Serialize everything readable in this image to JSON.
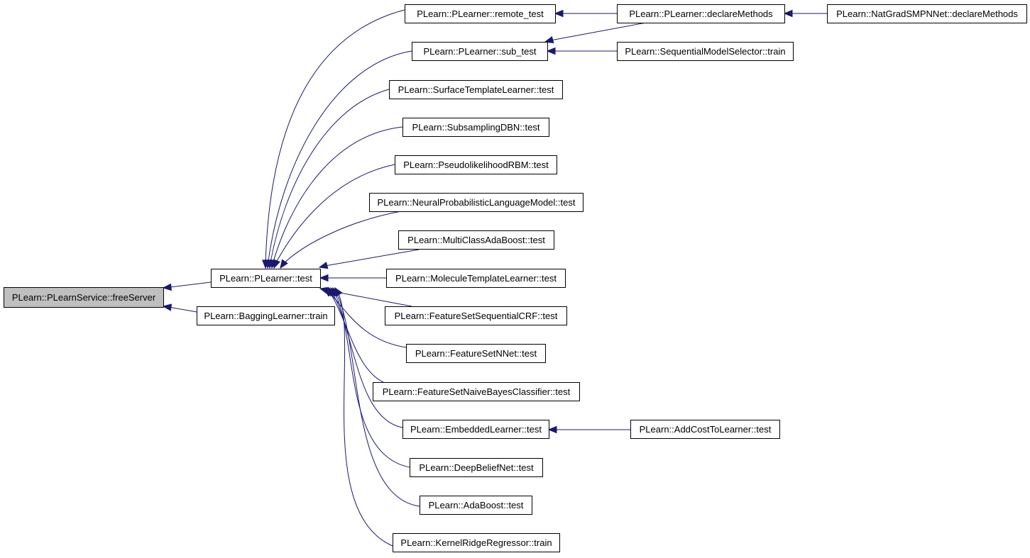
{
  "graph": {
    "colors": {
      "edge": "#191970",
      "focus_fill": "#bfbfbf",
      "node_fill": "#ffffff",
      "node_stroke": "#000000"
    },
    "nodes": [
      {
        "id": "freeServer",
        "label": "PLearn::PLearnService::freeServer",
        "focus": true
      },
      {
        "id": "plearner_test",
        "label": "PLearn::PLearner::test"
      },
      {
        "id": "bagging_train",
        "label": "PLearn::BaggingLearner::train"
      },
      {
        "id": "remote_test",
        "label": "PLearn::PLearner::remote_test"
      },
      {
        "id": "sub_test",
        "label": "PLearn::PLearner::sub_test"
      },
      {
        "id": "surface_test",
        "label": "PLearn::SurfaceTemplateLearner::test"
      },
      {
        "id": "subsampling_test",
        "label": "PLearn::SubsamplingDBN::test"
      },
      {
        "id": "pseudo_test",
        "label": "PLearn::PseudolikelihoodRBM::test"
      },
      {
        "id": "neural_test",
        "label": "PLearn::NeuralProbabilisticLanguageModel::test"
      },
      {
        "id": "multiclass_test",
        "label": "PLearn::MultiClassAdaBoost::test"
      },
      {
        "id": "molecule_test",
        "label": "PLearn::MoleculeTemplateLearner::test"
      },
      {
        "id": "fsscrf_test",
        "label": "PLearn::FeatureSetSequentialCRF::test"
      },
      {
        "id": "fsnnet_test",
        "label": "PLearn::FeatureSetNNet::test"
      },
      {
        "id": "fsnb_test",
        "label": "PLearn::FeatureSetNaiveBayesClassifier::test"
      },
      {
        "id": "embedded_test",
        "label": "PLearn::EmbeddedLearner::test"
      },
      {
        "id": "dbn_test",
        "label": "PLearn::DeepBeliefNet::test"
      },
      {
        "id": "adaboost_test",
        "label": "PLearn::AdaBoost::test"
      },
      {
        "id": "krr_train",
        "label": "PLearn::KernelRidgeRegressor::train"
      },
      {
        "id": "declareMethods",
        "label": "PLearn::PLearner::declareMethods"
      },
      {
        "id": "sms_train",
        "label": "PLearn::SequentialModelSelector::train"
      },
      {
        "id": "natgrad_declare",
        "label": "PLearn::NatGradSMPNNet::declareMethods"
      },
      {
        "id": "addcost_test",
        "label": "PLearn::AddCostToLearner::test"
      }
    ],
    "edges": [
      {
        "from": "plearner_test",
        "to": "freeServer"
      },
      {
        "from": "bagging_train",
        "to": "freeServer"
      },
      {
        "from": "remote_test",
        "to": "plearner_test"
      },
      {
        "from": "sub_test",
        "to": "plearner_test"
      },
      {
        "from": "surface_test",
        "to": "plearner_test"
      },
      {
        "from": "subsampling_test",
        "to": "plearner_test"
      },
      {
        "from": "pseudo_test",
        "to": "plearner_test"
      },
      {
        "from": "neural_test",
        "to": "plearner_test"
      },
      {
        "from": "multiclass_test",
        "to": "plearner_test"
      },
      {
        "from": "molecule_test",
        "to": "plearner_test"
      },
      {
        "from": "fsscrf_test",
        "to": "plearner_test"
      },
      {
        "from": "fsnnet_test",
        "to": "plearner_test"
      },
      {
        "from": "fsnb_test",
        "to": "plearner_test"
      },
      {
        "from": "embedded_test",
        "to": "plearner_test"
      },
      {
        "from": "dbn_test",
        "to": "plearner_test"
      },
      {
        "from": "adaboost_test",
        "to": "plearner_test"
      },
      {
        "from": "krr_train",
        "to": "plearner_test"
      },
      {
        "from": "declareMethods",
        "to": "remote_test"
      },
      {
        "from": "declareMethods",
        "to": "sub_test"
      },
      {
        "from": "sms_train",
        "to": "sub_test"
      },
      {
        "from": "natgrad_declare",
        "to": "declareMethods"
      },
      {
        "from": "addcost_test",
        "to": "embedded_test"
      }
    ]
  }
}
